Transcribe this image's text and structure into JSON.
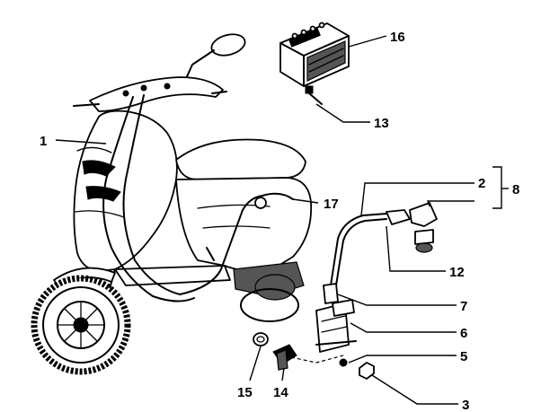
{
  "callouts": {
    "n1": "1",
    "n2": "2",
    "n3": "3",
    "n5": "5",
    "n6": "6",
    "n7": "7",
    "n8": "8",
    "n12": "12",
    "n13": "13",
    "n14": "14",
    "n15": "15",
    "n16": "16",
    "n17": "17"
  }
}
